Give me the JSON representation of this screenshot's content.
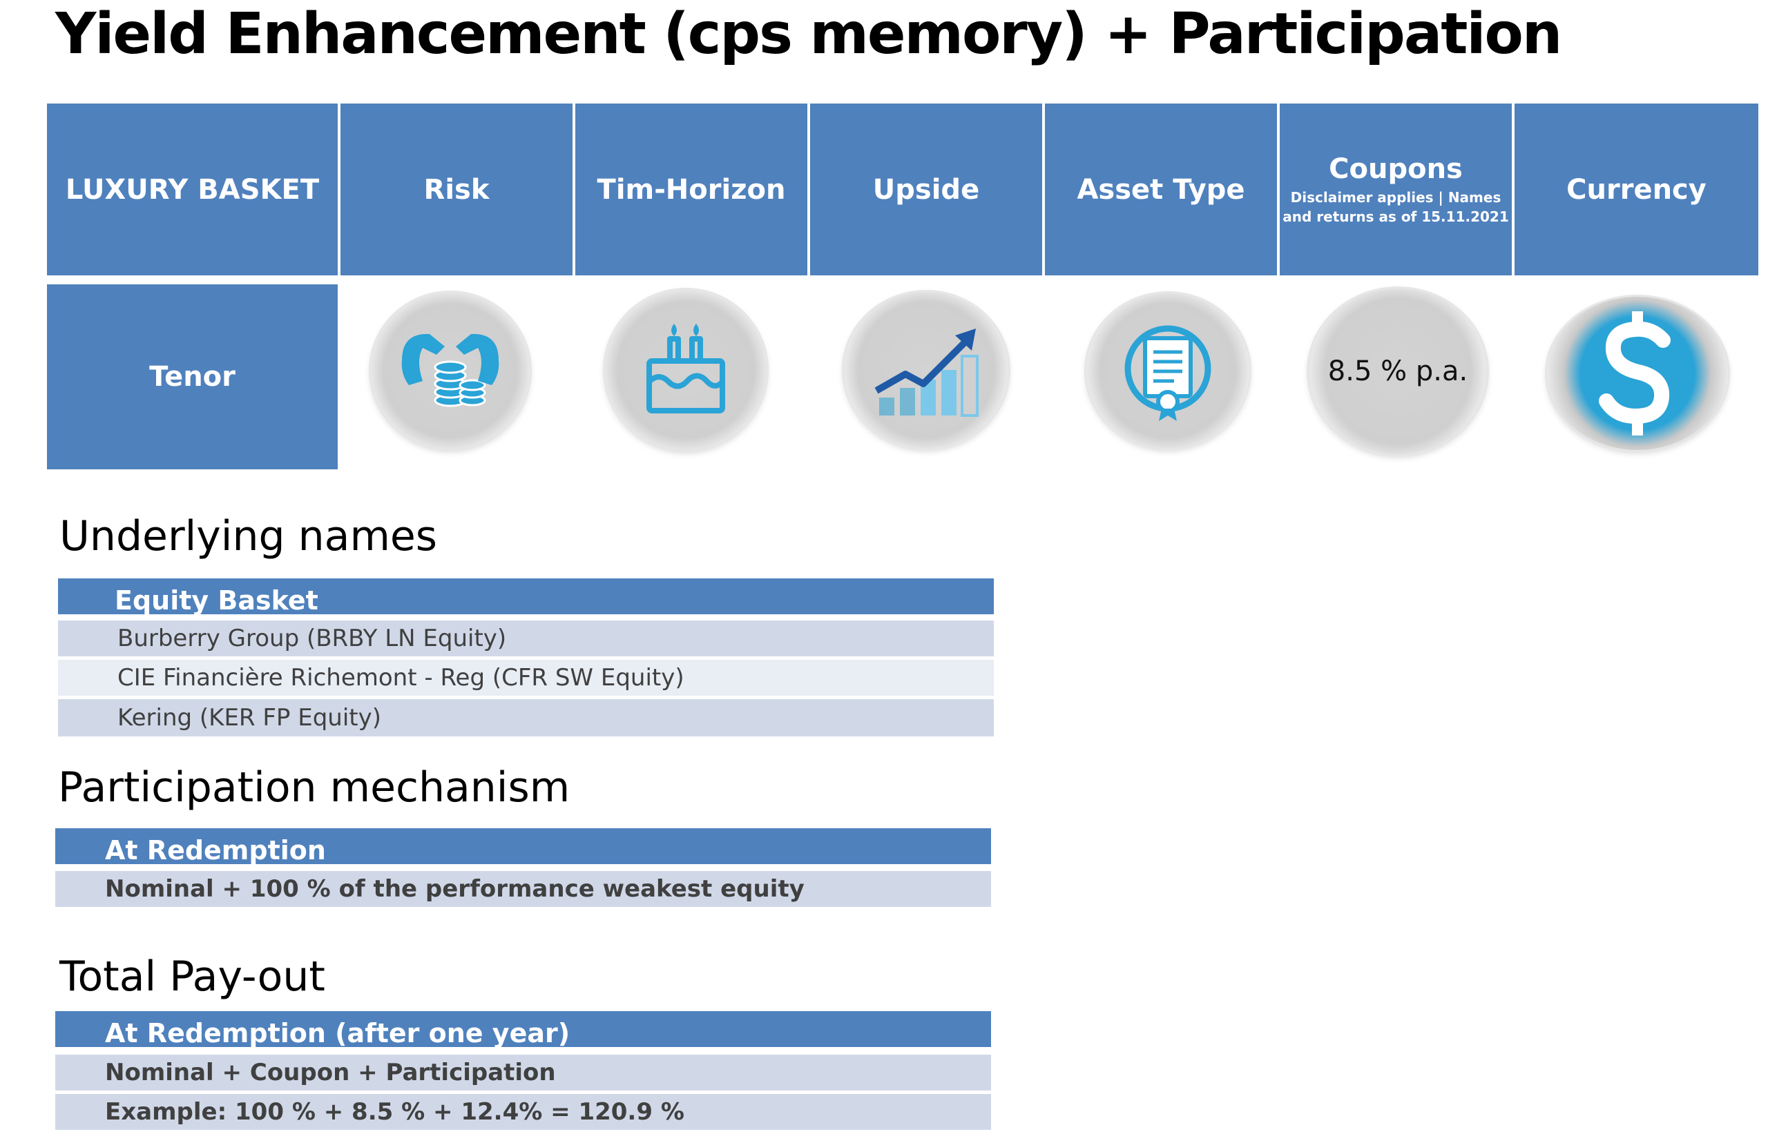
{
  "title": "Yield Enhancement (cps memory) + Participation",
  "header": {
    "basket": "LUXURY BASKET",
    "risk": "Risk",
    "horizon": "Tim-Horizon",
    "upside": "Upside",
    "asset_type": "Asset Type",
    "coupons": "Coupons",
    "coupons_note_1": "Disclaimer applies | Names",
    "coupons_note_2": "and returns as of 15.11.2021",
    "currency": "Currency",
    "tenor": "Tenor"
  },
  "icons": {
    "risk": "hands-coins-icon",
    "horizon": "birthday-cake-icon",
    "upside": "growth-chart-icon",
    "asset_type": "certificate-icon",
    "coupon_value": "8.5 % p.a.",
    "currency": "dollar-icon"
  },
  "colors": {
    "header_blue": "#4f81bd",
    "icon_blue": "#2aa3d6",
    "row_dark": "#d0d8e8",
    "row_light": "#e9edf4"
  },
  "underlying": {
    "title": "Underlying names",
    "header": "Equity Basket",
    "rows": [
      "Burberry Group (BRBY LN Equity)",
      "CIE Financière Richemont - Reg (CFR SW Equity)",
      "Kering (KER FP Equity)"
    ]
  },
  "participation": {
    "title": "Participation mechanism",
    "header": "At Redemption",
    "row": "Nominal + 100 % of the performance weakest equity"
  },
  "payout": {
    "title": "Total Pay-out",
    "header": "At Redemption (after one year)",
    "row1": "Nominal + Coupon + Participation",
    "row2": "Example: 100 % + 8.5 % + 12.4% = 120.9 %"
  }
}
